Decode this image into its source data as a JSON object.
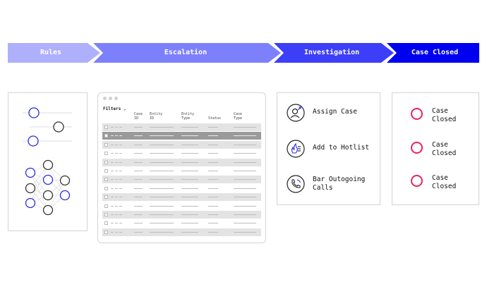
{
  "stages": [
    {
      "label": "Rules",
      "color": "#aeb0fc",
      "text_color": "#ffffff"
    },
    {
      "label": "Escalation",
      "color": "#7d80fb",
      "text_color": "#ffffff"
    },
    {
      "label": "Investigation",
      "color": "#3d3ef8",
      "text_color": "#ffffff"
    },
    {
      "label": "Case Closed",
      "color": "#0000f0",
      "text_color": "#ffffff"
    }
  ],
  "table": {
    "filters_label": "Filters",
    "columns": [
      "Case\nID",
      "Entity\nID",
      "Entity\nType",
      "Status",
      "Case\nType"
    ],
    "row_count": 13,
    "selected_row": 1
  },
  "actions": [
    {
      "label": "Assign Case",
      "icon": "assign-user-icon"
    },
    {
      "label": "Add to Hotlist",
      "icon": "hotlist-fire-icon"
    },
    {
      "label": "Bar Outogoing\nCalls",
      "icon": "phone-icon"
    }
  ],
  "closed_items": [
    {
      "label": "Case\nClosed"
    },
    {
      "label": "Case\nClosed"
    },
    {
      "label": "Case\nClosed"
    }
  ],
  "colors": {
    "accent_blue": "#0000f0",
    "node_blue": "#2a2ae6",
    "node_dark": "#333333",
    "closed_ring": "#e8265e",
    "row_light": "#e3e3e3",
    "row_selected": "#9a9a9a"
  }
}
